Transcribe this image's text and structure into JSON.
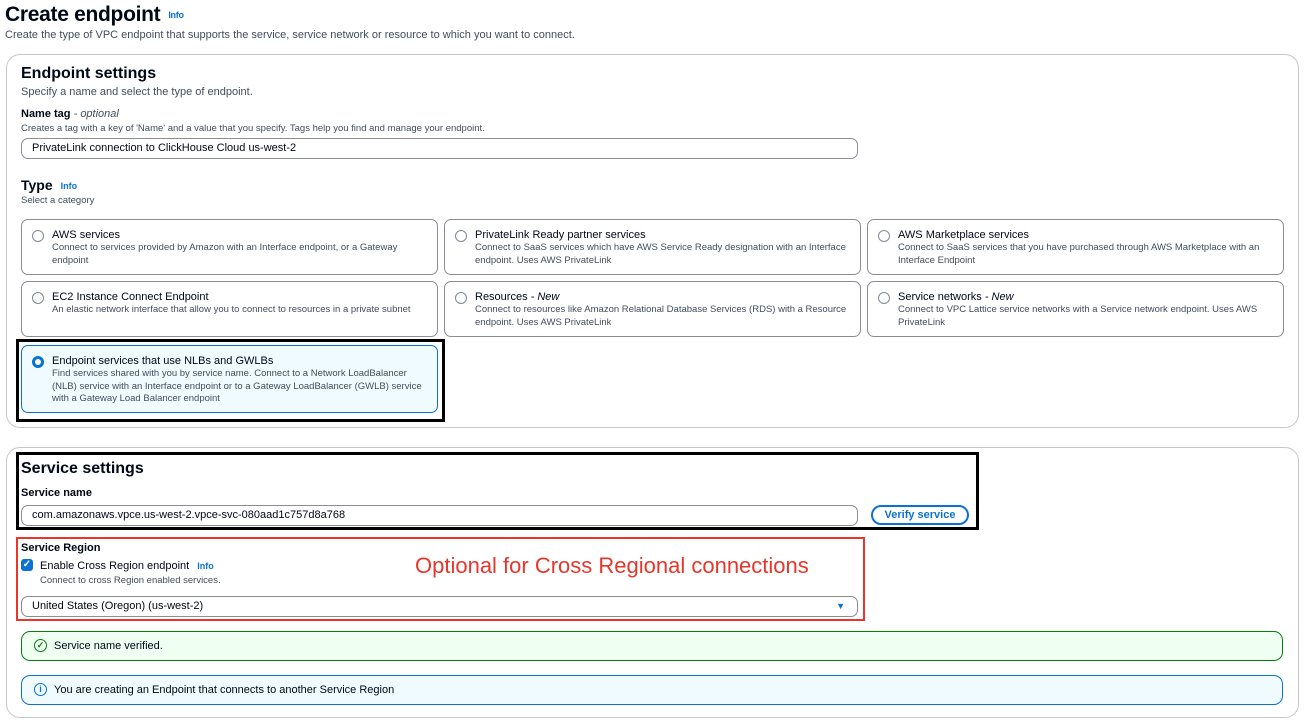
{
  "header": {
    "title": "Create endpoint",
    "info": "Info",
    "subtitle": "Create the type of VPC endpoint that supports the service, service network or resource to which you want to connect."
  },
  "endpoint_settings": {
    "title": "Endpoint settings",
    "subtitle": "Specify a name and select the type of endpoint.",
    "name_tag": {
      "label": "Name tag",
      "optional": "- optional",
      "description": "Creates a tag with a key of 'Name' and a value that you specify. Tags help you find and manage your endpoint.",
      "value": "PrivateLink connection to ClickHouse Cloud us-west-2"
    },
    "type": {
      "label": "Type",
      "info": "Info",
      "description": "Select a category",
      "options": [
        {
          "title": "AWS services",
          "new": "",
          "description": "Connect to services provided by Amazon with an Interface endpoint, or a Gateway endpoint",
          "selected": false
        },
        {
          "title": "PrivateLink Ready partner services",
          "new": "",
          "description": "Connect to SaaS services which have AWS Service Ready designation with an Interface endpoint. Uses AWS PrivateLink",
          "selected": false
        },
        {
          "title": "AWS Marketplace services",
          "new": "",
          "description": "Connect to SaaS services that you have purchased through AWS Marketplace with an Interface Endpoint",
          "selected": false
        },
        {
          "title": "EC2 Instance Connect Endpoint",
          "new": "",
          "description": "An elastic network interface that allow you to connect to resources in a private subnet",
          "selected": false
        },
        {
          "title": "Resources",
          "new": "- New",
          "description": "Connect to resources like Amazon Relational Database Services (RDS) with a Resource endpoint. Uses AWS PrivateLink",
          "selected": false
        },
        {
          "title": "Service networks",
          "new": "- New",
          "description": "Connect to VPC Lattice service networks with a Service network endpoint. Uses AWS PrivateLink",
          "selected": false
        },
        {
          "title": "Endpoint services that use NLBs and GWLBs",
          "new": "",
          "description": "Find services shared with you by service name. Connect to a Network LoadBalancer (NLB) service with an Interface endpoint or to a Gateway LoadBalancer (GWLB) service with a Gateway Load Balancer endpoint",
          "selected": true
        }
      ]
    }
  },
  "service_settings": {
    "title": "Service settings",
    "service_name": {
      "label": "Service name",
      "value": "com.amazonaws.vpce.us-west-2.vpce-svc-080aad1c757d8a768",
      "verify_button": "Verify service"
    },
    "service_region": {
      "label": "Service Region",
      "checkbox_label": "Enable Cross Region endpoint",
      "checked": true,
      "info": "Info",
      "checkbox_description": "Connect to cross Region enabled services.",
      "selected_region": "United States (Oregon) (us-west-2)"
    },
    "annotation": "Optional for Cross Regional connections",
    "success_alert": "Service name verified.",
    "info_alert": "You are creating an Endpoint that connects to another Service Region"
  },
  "colors": {
    "accent": "#0972d3",
    "success": "#037f0c",
    "annotation": "#e8362b"
  }
}
